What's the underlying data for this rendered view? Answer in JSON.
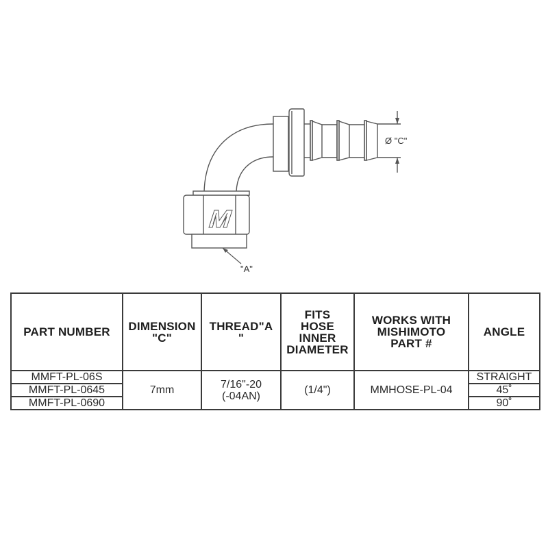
{
  "drawing": {
    "title": "90 degree push-lock hose barb fitting",
    "dimension_c_label": "Ø \"C\"",
    "thread_a_label": "\"A\"",
    "logo": "mishimoto-m-logo",
    "line_color": "#555555"
  },
  "table": {
    "headers": [
      "PART NUMBER",
      "DIMENSION\n\"C\"",
      "THREAD\"A\n\"",
      "FITS\nHOSE\nINNER\nDIAMETER",
      "WORKS WITH\nMISHIMOTO\nPART #",
      "ANGLE"
    ],
    "part_numbers": [
      "MMFT-PL-06S",
      "MMFT-PL-0645",
      "MMFT-PL-0690"
    ],
    "dimension_c": "7mm",
    "thread_a": "7/16\"-20\n(-04AN)",
    "hose_inner_diameter": "(1/4\")",
    "works_with_part": "MMHOSE-PL-04",
    "angles": [
      "STRAIGHT",
      "45˚",
      "90˚"
    ]
  }
}
